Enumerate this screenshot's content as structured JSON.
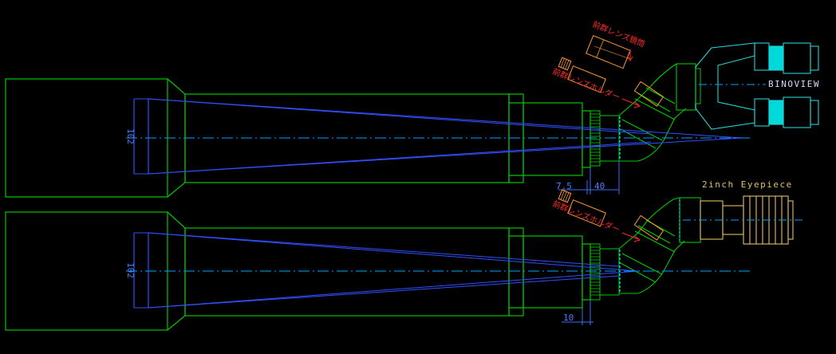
{
  "colors": {
    "background": "#000000",
    "body": "#00c800",
    "optical_path": "#3050ff",
    "center_line": "#00a0ff",
    "dimension": "#3a6bff",
    "dimension_text": "#4c7dff",
    "red_label": "#ff2a2a",
    "accessory_orange": "#ff9a30",
    "binoview": "#22d4d4",
    "binoview_highlight": "#00ffff",
    "eyepiece": "#e0c060",
    "label_white": "#d8d8ff"
  },
  "top_assembly": {
    "aperture_dim": "102",
    "dim_left": "7.5",
    "dim_right": "40",
    "label_binoview": "BINOVIEW",
    "label_holder": "前群レンズホルダー",
    "label_housing": "前群レンズ鏡筒"
  },
  "bottom_assembly": {
    "aperture_dim": "102",
    "dim_bottom": "10",
    "label_eyepiece": "2inch Eyepiece",
    "label_holder": "前群レンズホルダー"
  }
}
